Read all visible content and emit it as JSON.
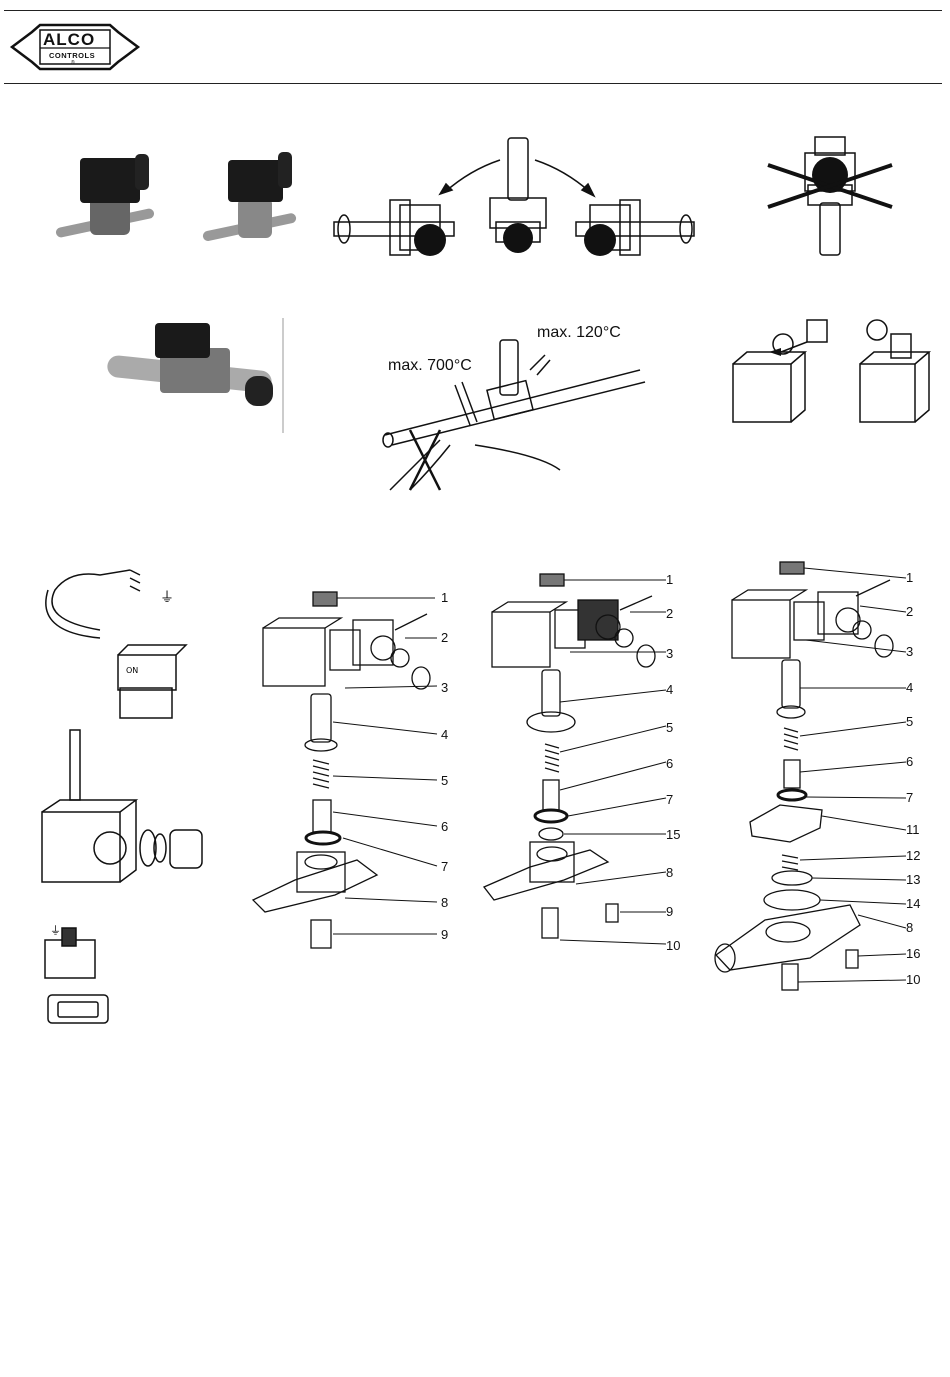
{
  "header": {
    "logo": {
      "brand": "ALCO",
      "sub": "CONTROLS",
      "mark": "®"
    }
  },
  "installation": {
    "temp_left": "max. 700°C",
    "temp_right": "max. 120°C"
  },
  "exploded_a": {
    "labels": [
      "1",
      "2",
      "3",
      "4",
      "5",
      "6",
      "7",
      "8",
      "9"
    ]
  },
  "exploded_b": {
    "labels": [
      "1",
      "2",
      "3",
      "4",
      "5",
      "6",
      "7",
      "15",
      "8",
      "9",
      "10"
    ]
  },
  "exploded_c": {
    "labels": [
      "1",
      "2",
      "3",
      "4",
      "5",
      "6",
      "7",
      "11",
      "12",
      "13",
      "14",
      "8",
      "16",
      "10"
    ]
  },
  "colors": {
    "ink": "#111111",
    "grey": "#777777",
    "light": "#bbbbbb"
  }
}
